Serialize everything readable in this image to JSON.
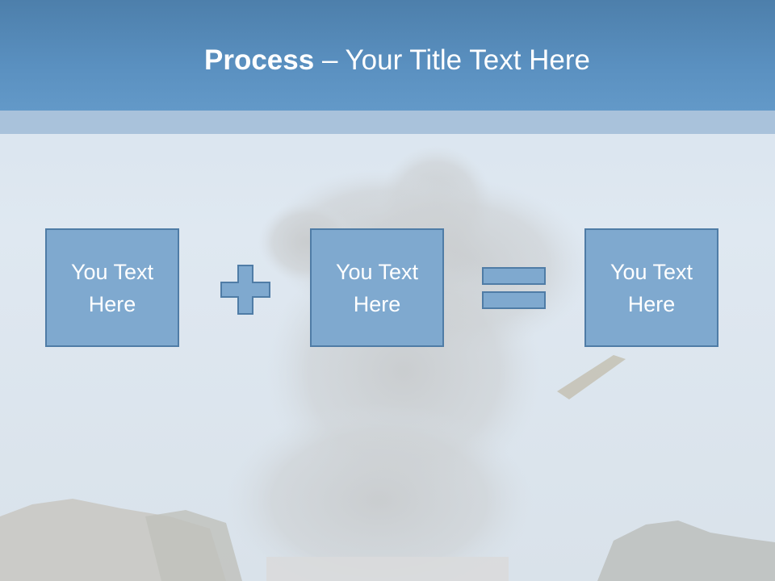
{
  "title": {
    "bold": "Process",
    "rest": " – Your Title Text Here"
  },
  "boxes": [
    {
      "text": "You Text Here"
    },
    {
      "text": "You Text Here"
    },
    {
      "text": "You Text Here"
    }
  ],
  "operators": {
    "plus": "plus-icon",
    "equals": "equals-icon"
  },
  "colors": {
    "header": "#5a90c0",
    "box_fill": "#7fa9cf",
    "box_border": "#4f7ca6",
    "text": "#ffffff"
  }
}
